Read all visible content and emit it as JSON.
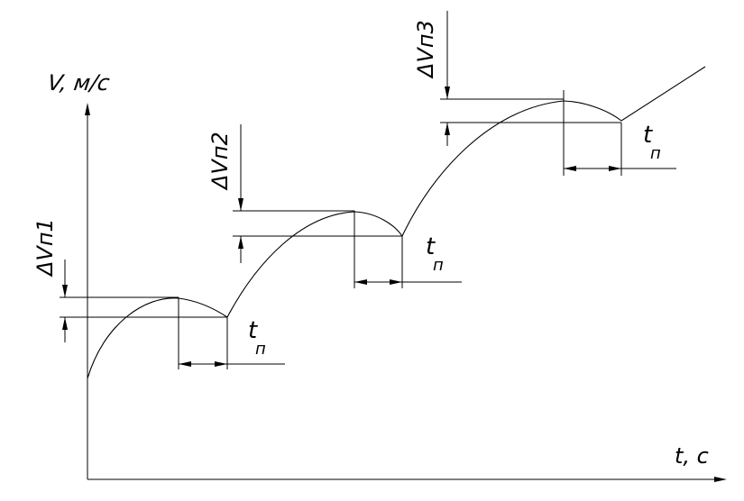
{
  "axes": {
    "y_label": "V, м/с",
    "x_label": "t, с"
  },
  "annotations": {
    "dv1": "ΔVп1",
    "dv2": "ΔVп2",
    "dv3": "ΔVп3",
    "t_main": "t",
    "t_sub": "п"
  }
}
